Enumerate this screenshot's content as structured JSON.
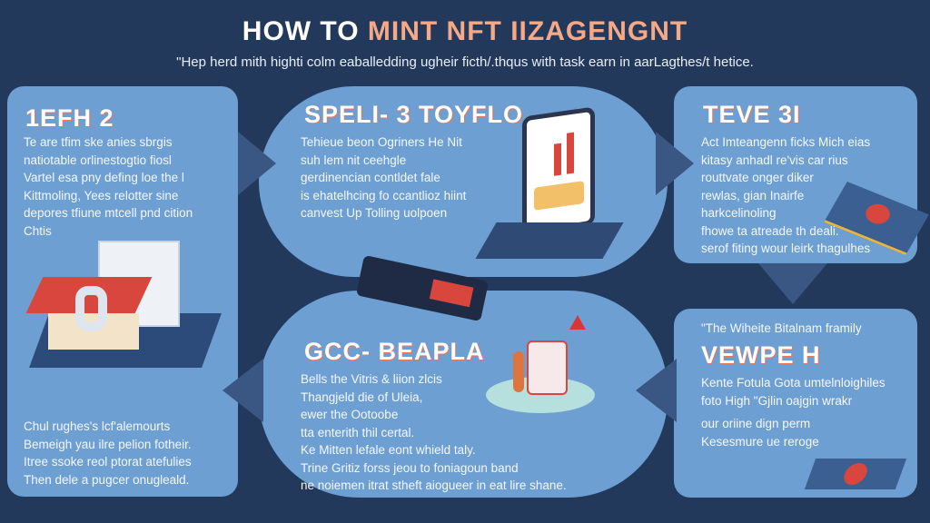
{
  "header": {
    "title_plain": "HOW TO",
    "title_highlight": "MINT NFT IIZAGENGNT",
    "subtitle": "\"Hep herd mith highti colm eaballedding ugheir ficth/.thqus with task earn in aarLagthes/t hetice."
  },
  "steps": [
    {
      "title": "1EFH 2",
      "lines": [
        "Te are tfim ske anies sbrgis",
        "natiotable orlinestogtio fiosl",
        "Vartel esa pny defing loe the l",
        "Kittmoling, Yees relotter sine",
        "depores tfiune mtcell pnd cition",
        "Chtis"
      ],
      "footer_lines": [
        "Chul rughes's lcf'alemourts",
        "Bemeigh yau ilre pelion fotheir.",
        "Itree ssoke reol ptorat atefulies",
        "Then dele a pugcer onugleald."
      ]
    },
    {
      "title": "SPELI- 3 TOYFLO",
      "lines": [
        "Tehieue beon Ogriners He Nit",
        "suh lem nit ceehgle",
        "gerdinencian contldet fale",
        "is ehatelhcing fo ccantlioz hiint",
        "canvest Up Tolling uolpoen"
      ]
    },
    {
      "title": "TEVE 3I",
      "lines": [
        "Act Imteangenn ficks Mich eias",
        "kitasy anhadl re'vis car rius",
        "routtvate onger diker",
        "rewlas, gian Inairfe",
        "harkcelinoling",
        "fhowe ta atreade th deali.",
        "serof fiting wour leirk thagulhes"
      ]
    },
    {
      "title": "GCC- BEAPLA",
      "lines": [
        "Bells the Vitris & liion zlcis",
        "Thangjeld die of Uleia,",
        "ewer the Ootoobe",
        "tta enterith thil certal.",
        "Ke Mitten lefale eont whield taly.",
        "Trine Gritiz forss jeou to foniagoun band",
        "ne noiemen itrat stheft aiogueer in eat lire shane."
      ]
    },
    {
      "title": "VEWPE H",
      "kicker": "\"The Wiheite Bitalnam framily",
      "lines": [
        "Kente Fotula Gota umtelnloighiles",
        "foto High \"Gjlin oajgin wrakr",
        "our oriine dign perm",
        "Kesesmure ue reroge"
      ]
    }
  ],
  "colors": {
    "background": "#22395c",
    "card": "#6d9fd2",
    "accent": "#f5a986",
    "arrow": "#2f4a75"
  },
  "icons": [
    "nft-store-illustration",
    "phone-dashboard-illustration",
    "nft-tile-illustration",
    "token-stack-illustration",
    "wallet-tile-illustration",
    "keyboard-illustration"
  ]
}
